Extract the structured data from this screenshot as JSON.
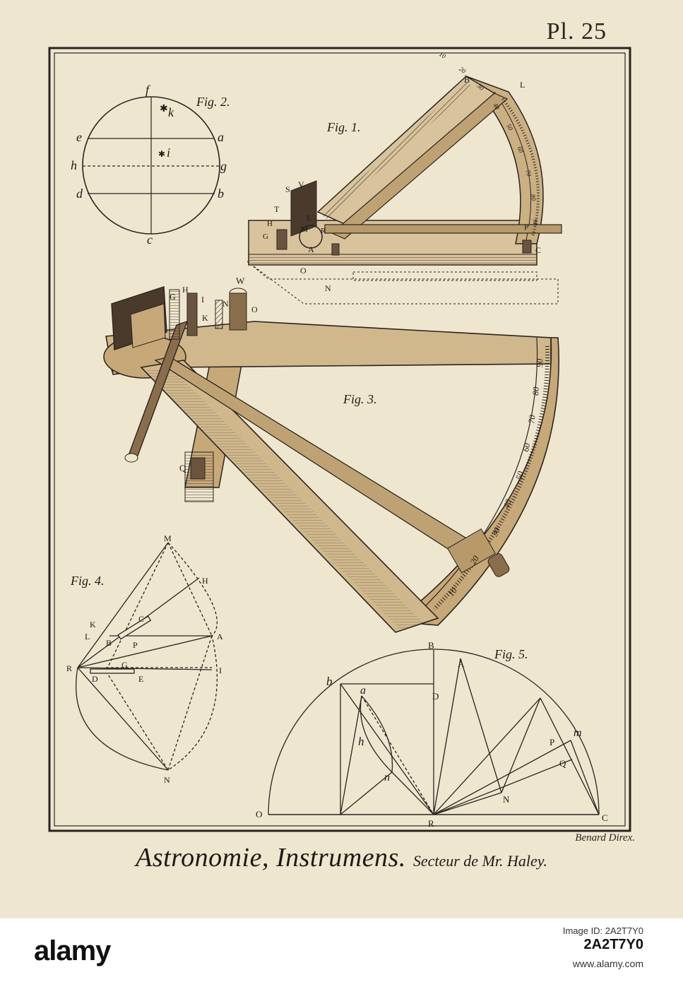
{
  "plate": {
    "number": "Pl. 25"
  },
  "figures": {
    "fig1": {
      "title": "Fig. 1.",
      "labels": [
        "B",
        "L",
        "S",
        "V",
        "T",
        "H",
        "E",
        "M",
        "R",
        "G",
        "A",
        "P",
        "C",
        "O",
        "N"
      ],
      "scale": [
        "10",
        "20",
        "30",
        "40",
        "50",
        "60",
        "70",
        "80",
        "90"
      ]
    },
    "fig2": {
      "title": "Fig. 2.",
      "labels": [
        "f",
        "k",
        "e",
        "a",
        "h",
        "i",
        "g",
        "d",
        "b",
        "c"
      ]
    },
    "fig3": {
      "title": "Fig. 3.",
      "labels": [
        "W",
        "G",
        "H",
        "I",
        "N",
        "K",
        "O",
        "Q"
      ],
      "scale": [
        "10",
        "20",
        "30",
        "40",
        "50",
        "60",
        "70",
        "80",
        "90"
      ]
    },
    "fig4": {
      "title": "Fig. 4.",
      "labels": [
        "M",
        "H",
        "K",
        "L",
        "C",
        "B",
        "P",
        "A",
        "R",
        "G",
        "D",
        "E",
        "I",
        "N"
      ]
    },
    "fig5": {
      "title": "Fig. 5.",
      "labels": [
        "B",
        "b",
        "a",
        "D",
        "A",
        "h",
        "n",
        "m",
        "P",
        "Q",
        "N",
        "O",
        "R",
        "C"
      ]
    }
  },
  "credits": {
    "engraver": "Benard Direx."
  },
  "caption": {
    "main": "Astronomie, Instrumens.",
    "sub": "Secteur de Mr. Haley."
  },
  "watermark": {
    "logo": "alamy",
    "id_label": "Image ID: 2A2T7Y0",
    "id_value": "2A2T7Y0",
    "url": "www.alamy.com"
  },
  "colors": {
    "paper": "#efe6cf",
    "ink": "#2a2420",
    "wood": "#c7a878"
  }
}
